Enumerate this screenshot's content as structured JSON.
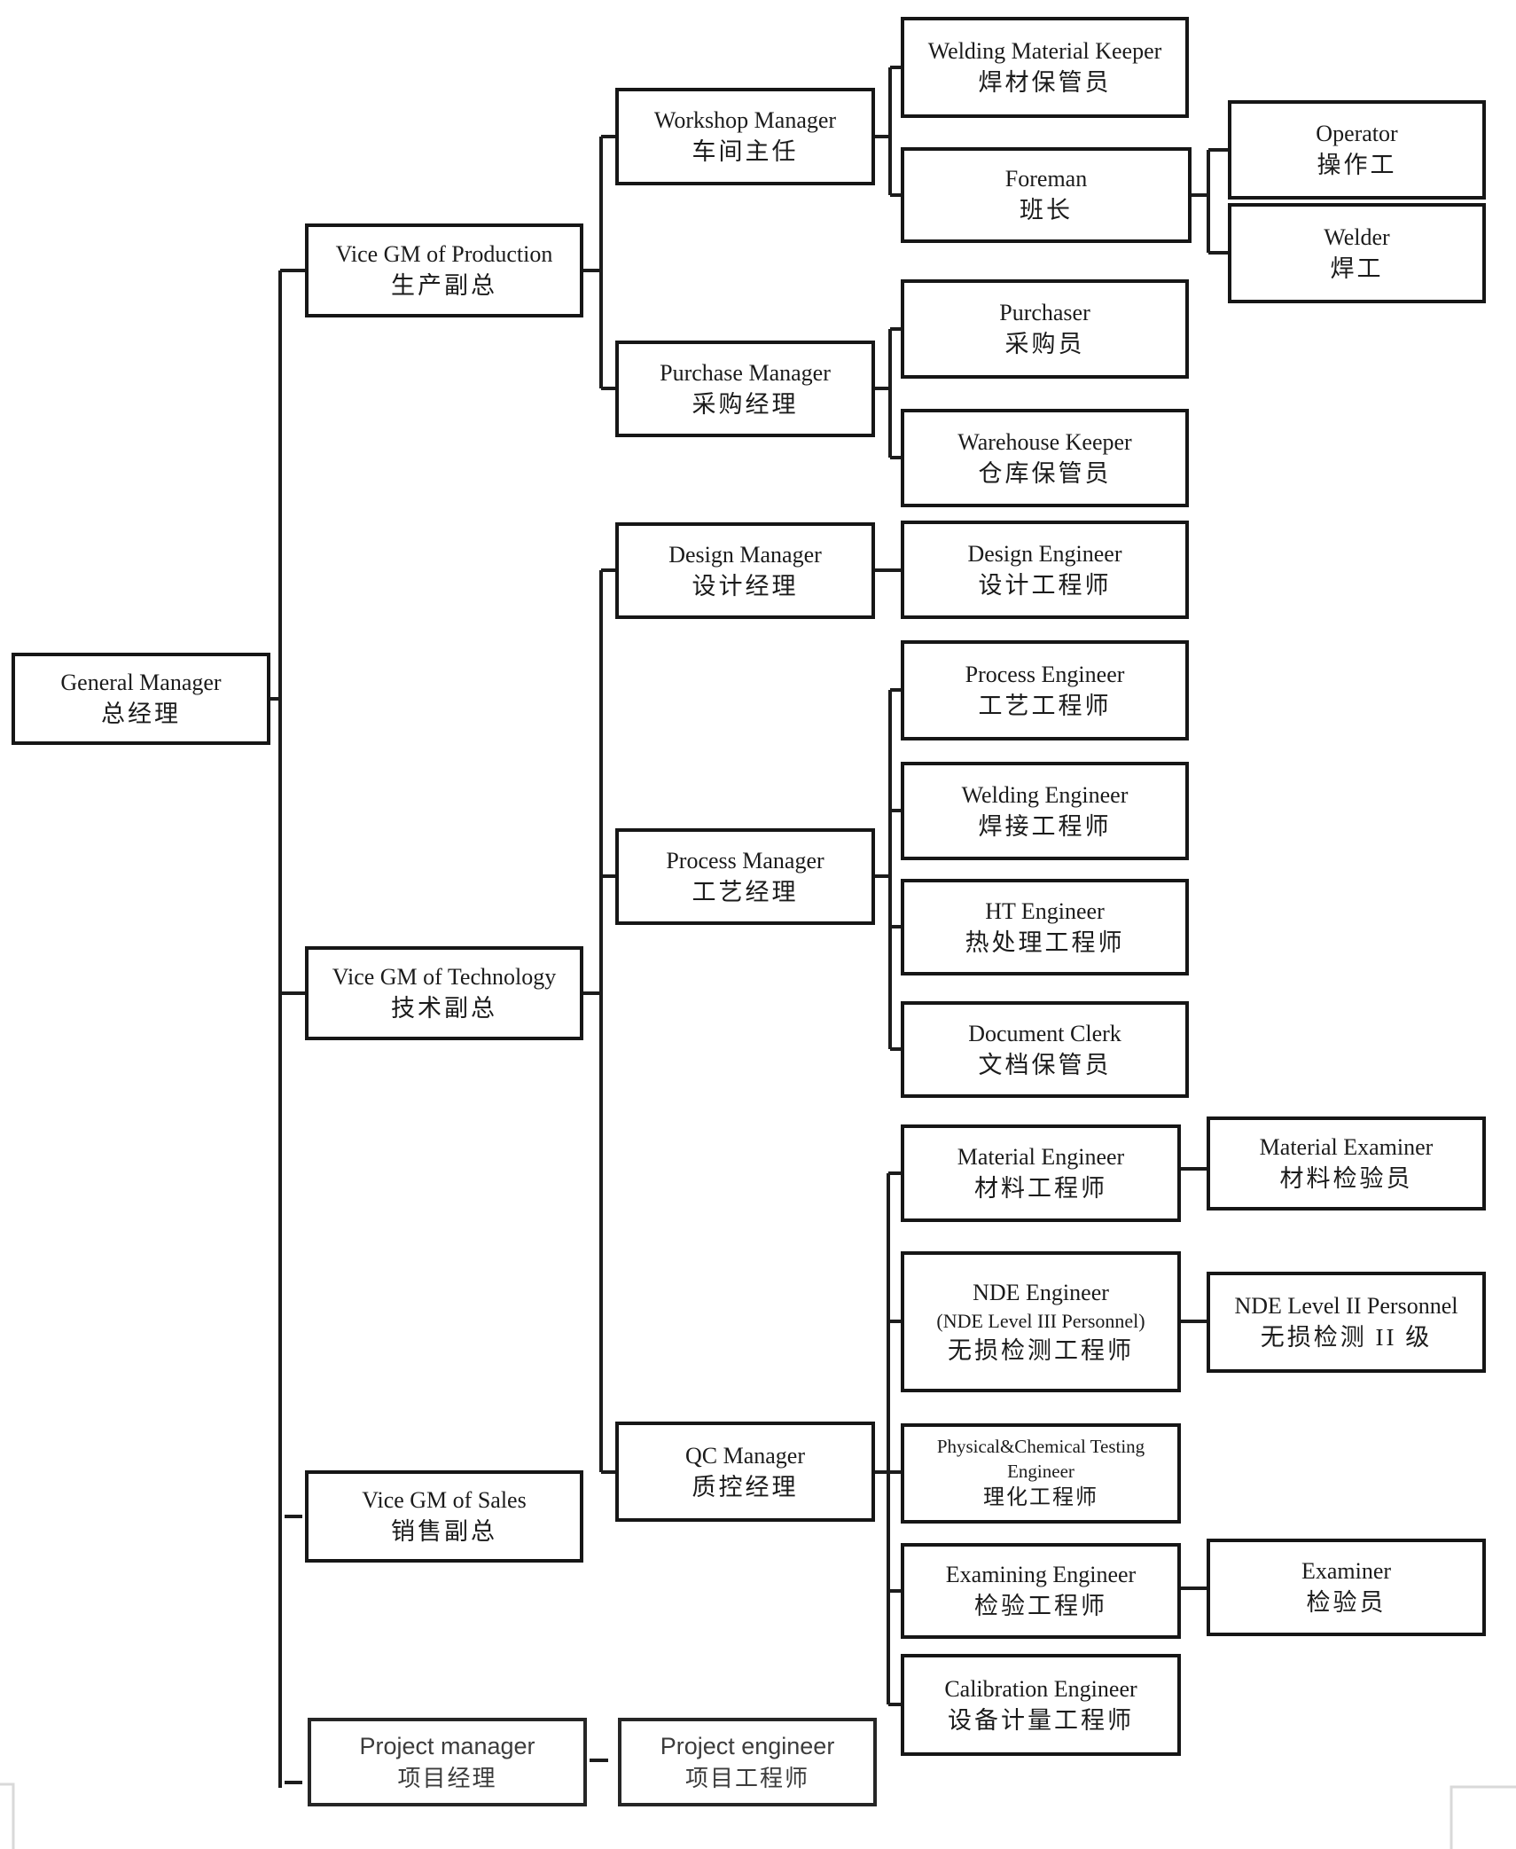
{
  "diagram": {
    "type": "organization-chart",
    "description": "Company organization chart with English and Chinese job titles"
  },
  "colors": {
    "background": "#ffffff",
    "box_border": "#161616",
    "text": "#1b1b1b",
    "connector": "#1c1c1c",
    "page_corner_mark": "#d9d9d9"
  },
  "nodes": [
    {
      "id": "general_manager",
      "lines": [
        "General Manager",
        "总经理"
      ]
    },
    {
      "id": "vgm_production",
      "lines": [
        "Vice GM of Production",
        "生产副总"
      ]
    },
    {
      "id": "workshop_manager",
      "lines": [
        "Workshop Manager",
        "车间主任"
      ]
    },
    {
      "id": "welding_material_keeper",
      "lines": [
        "Welding Material Keeper",
        "焊材保管员"
      ]
    },
    {
      "id": "foreman",
      "lines": [
        "Foreman",
        "班长"
      ]
    },
    {
      "id": "operator",
      "lines": [
        "Operator",
        "操作工"
      ]
    },
    {
      "id": "welder",
      "lines": [
        "Welder",
        "焊工"
      ]
    },
    {
      "id": "purchase_manager",
      "lines": [
        "Purchase Manager",
        "采购经理"
      ]
    },
    {
      "id": "purchaser",
      "lines": [
        "Purchaser",
        "采购员"
      ]
    },
    {
      "id": "warehouse_keeper",
      "lines": [
        "Warehouse Keeper",
        "仓库保管员"
      ]
    },
    {
      "id": "vgm_technology",
      "lines": [
        "Vice GM of Technology",
        "技术副总"
      ]
    },
    {
      "id": "design_manager",
      "lines": [
        "Design Manager",
        "设计经理"
      ]
    },
    {
      "id": "design_engineer",
      "lines": [
        "Design Engineer",
        "设计工程师"
      ]
    },
    {
      "id": "process_manager",
      "lines": [
        "Process Manager",
        "工艺经理"
      ]
    },
    {
      "id": "process_engineer",
      "lines": [
        "Process Engineer",
        "工艺工程师"
      ]
    },
    {
      "id": "welding_engineer",
      "lines": [
        "Welding Engineer",
        "焊接工程师"
      ]
    },
    {
      "id": "ht_engineer",
      "lines": [
        "HT Engineer",
        "热处理工程师"
      ]
    },
    {
      "id": "document_clerk",
      "lines": [
        "Document Clerk",
        "文档保管员"
      ]
    },
    {
      "id": "qc_manager",
      "lines": [
        "QC Manager",
        "质控经理"
      ]
    },
    {
      "id": "material_engineer",
      "lines": [
        "Material Engineer",
        "材料工程师"
      ]
    },
    {
      "id": "material_examiner",
      "lines": [
        "Material Examiner",
        "材料检验员"
      ]
    },
    {
      "id": "nde_engineer",
      "lines": [
        "NDE Engineer",
        "(NDE Level III Personnel)",
        "无损检测工程师"
      ]
    },
    {
      "id": "nde_level2_personnel",
      "lines": [
        "NDE Level II Personnel",
        "无损检测 II 级"
      ]
    },
    {
      "id": "pc_testing_engineer",
      "lines": [
        "Physical&Chemical Testing",
        "Engineer",
        "理化工程师"
      ]
    },
    {
      "id": "examining_engineer",
      "lines": [
        "Examining Engineer",
        "检验工程师"
      ]
    },
    {
      "id": "examiner",
      "lines": [
        "Examiner",
        "检验员"
      ]
    },
    {
      "id": "calibration_engineer",
      "lines": [
        "Calibration Engineer",
        "设备计量工程师"
      ]
    },
    {
      "id": "vgm_sales",
      "lines": [
        "Vice GM of Sales",
        "销售副总"
      ]
    },
    {
      "id": "project_manager",
      "lines": [
        "Project manager",
        "项目经理"
      ]
    },
    {
      "id": "project_engineer",
      "lines": [
        "Project engineer",
        "项目工程师"
      ]
    }
  ],
  "hierarchy": [
    {
      "parent": "general_manager",
      "children": [
        "vgm_production",
        "vgm_technology",
        "vgm_sales",
        "project_manager"
      ]
    },
    {
      "parent": "vgm_production",
      "children": [
        "workshop_manager",
        "purchase_manager"
      ]
    },
    {
      "parent": "workshop_manager",
      "children": [
        "welding_material_keeper",
        "foreman"
      ]
    },
    {
      "parent": "foreman",
      "children": [
        "operator",
        "welder"
      ]
    },
    {
      "parent": "purchase_manager",
      "children": [
        "purchaser",
        "warehouse_keeper"
      ]
    },
    {
      "parent": "vgm_technology",
      "children": [
        "design_manager",
        "process_manager",
        "qc_manager"
      ]
    },
    {
      "parent": "design_manager",
      "children": [
        "design_engineer"
      ]
    },
    {
      "parent": "process_manager",
      "children": [
        "process_engineer",
        "welding_engineer",
        "ht_engineer",
        "document_clerk"
      ]
    },
    {
      "parent": "qc_manager",
      "children": [
        "material_engineer",
        "nde_engineer",
        "pc_testing_engineer",
        "examining_engineer",
        "calibration_engineer"
      ]
    },
    {
      "parent": "material_engineer",
      "children": [
        "material_examiner"
      ]
    },
    {
      "parent": "nde_engineer",
      "children": [
        "nde_level2_personnel"
      ]
    },
    {
      "parent": "examining_engineer",
      "children": [
        "examiner"
      ]
    },
    {
      "parent": "project_manager",
      "children": [
        "project_engineer"
      ]
    }
  ]
}
